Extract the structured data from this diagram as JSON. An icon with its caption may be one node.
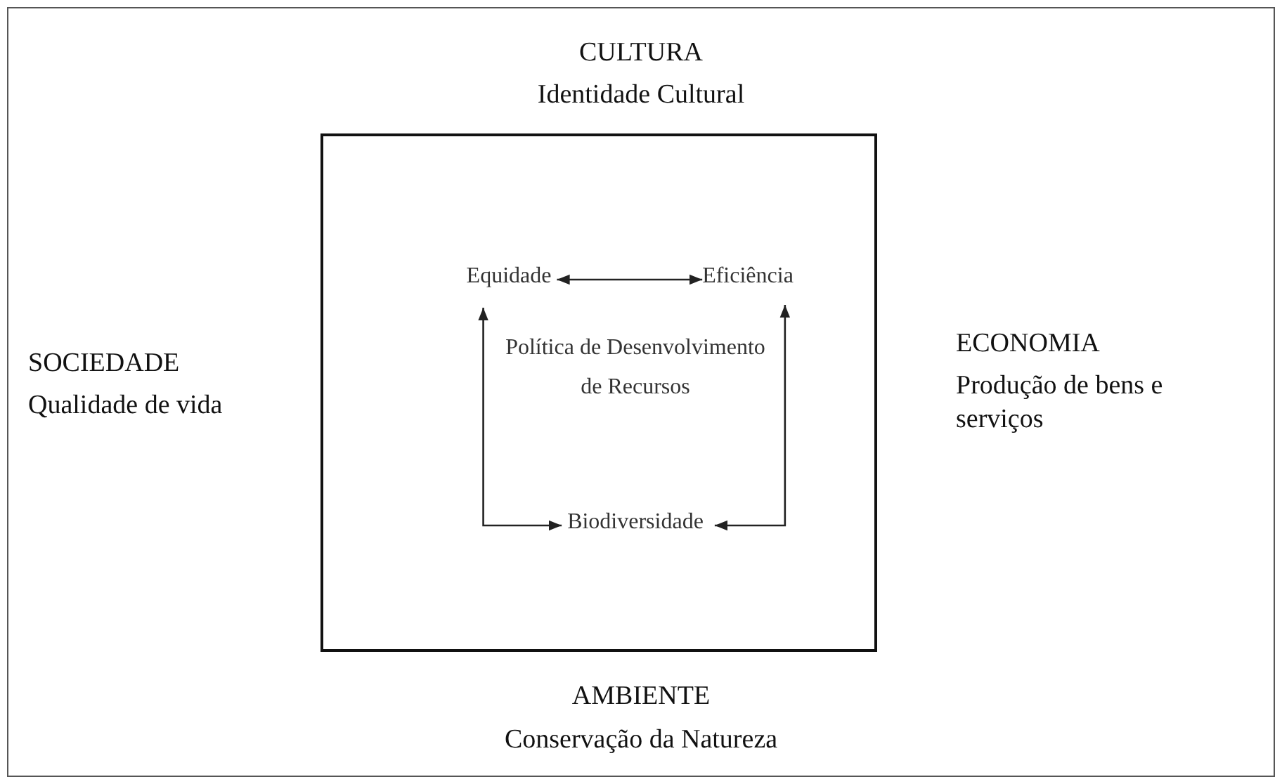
{
  "diagram": {
    "nodes": [
      {
        "text": [
          "Política de Desenvolvimento de Recursos"
        ]
      },
      {
        "text": [
          "Equidade"
        ],
        "in": 0
      },
      {
        "text": [
          "Eficiência"
        ],
        "in": 0
      },
      {
        "text": [
          "Biodiversidade"
        ],
        "in": 0
      }
    ],
    "edges": [
      {
        "from": 1,
        "to": 2,
        "arrow": "both"
      },
      {
        "from": 1,
        "to": 3,
        "arrow": "both"
      },
      {
        "from": 2,
        "to": 3,
        "arrow": "both"
      }
    ],
    "labels": [
      "CULTURA",
      "Identidade Cultural",
      "SOCIEDADE",
      "Qualidade de vida",
      "ECONOMIA",
      "Produção de bens e serviços",
      "AMBIENTE",
      "Conservação da Natureza"
    ]
  }
}
